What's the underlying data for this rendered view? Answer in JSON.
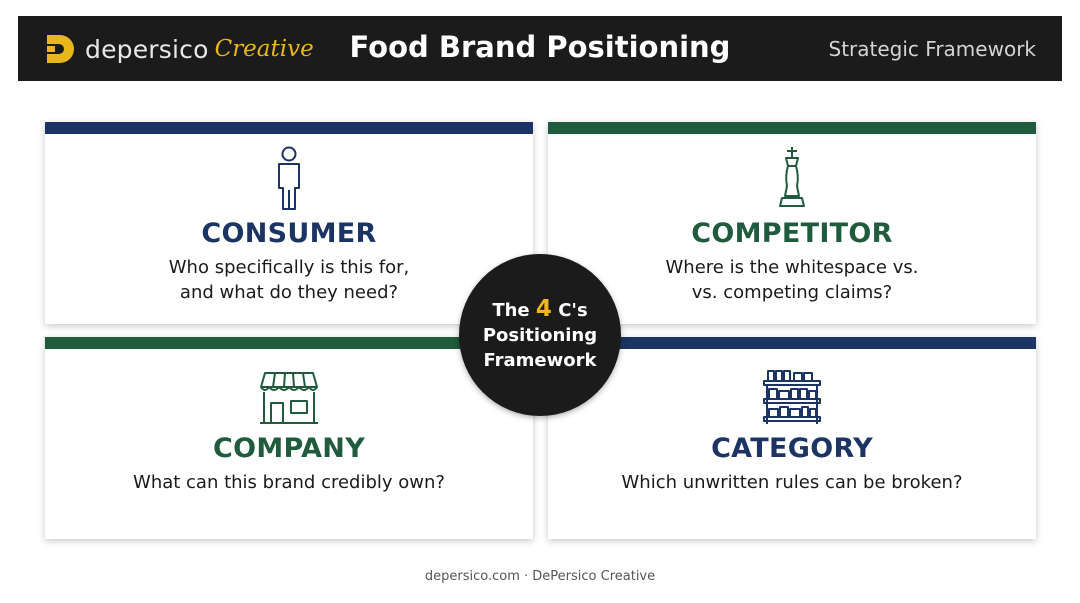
{
  "header": {
    "brand_word": "depersico",
    "brand_script": "Creative",
    "title": "Food Brand Positioning",
    "subtitle": "Strategic Framework"
  },
  "center": {
    "line1_prefix": "The",
    "line1_number": "4",
    "line1_suffix": "C's",
    "line2": "Positioning",
    "line3": "Framework"
  },
  "cards": {
    "consumer": {
      "title": "CONSUMER",
      "question_line1": "Who specifically is this for,",
      "question_line2": "and what do they need?",
      "icon": "person-icon"
    },
    "competitor": {
      "title": "COMPETITOR",
      "question_line1": "Where is the whitespace vs.",
      "question_line2": "vs. competing claims?",
      "icon": "chess-king-icon"
    },
    "company": {
      "title": "COMPANY",
      "question_line1": "What can this brand credibly own?",
      "icon": "storefront-icon"
    },
    "category": {
      "title": "CATEGORY",
      "question_line1": "Which unwritten rules can be broken?",
      "icon": "grocery-shelf-icon"
    }
  },
  "footer": {
    "text": "depersico.com · DePersico Creative"
  },
  "colors": {
    "navy": "#1c3463",
    "green": "#1f5b3c",
    "gold": "#f2b51c",
    "header_bg": "#1b1b1b"
  }
}
